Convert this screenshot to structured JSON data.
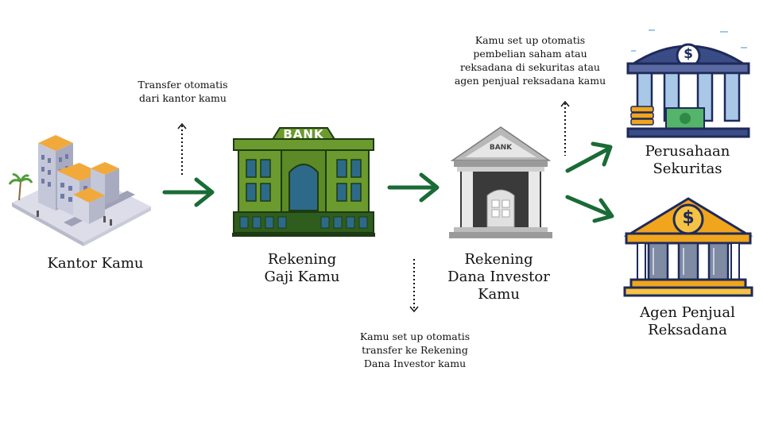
{
  "nodes": {
    "kantor": {
      "label": "Kantor Kamu"
    },
    "rekening_gaji": {
      "label": "Rekening\nGaji Kamu",
      "bank_sign": "BANK"
    },
    "rekening_dana": {
      "label": "Rekening\nDana Investor\nKamu",
      "bank_sign": "BANK"
    },
    "perusahaan": {
      "label": "Perusahaan\nSekuritas",
      "symbol": "$"
    },
    "agen": {
      "label": "Agen Penjual\nReksadana",
      "symbol": "$"
    }
  },
  "notes": {
    "transfer_kantor": "Transfer otomatis\ndari kantor kamu",
    "transfer_rekening": "Kamu set up otomatis\ntransfer ke Rekening\nDana Investor kamu",
    "pembelian": "Kamu set up otomatis\npembelian saham atau\nreksadana di sekuritas atau\nagen penjual reksadana kamu"
  },
  "colors": {
    "arrow": "#1a6b36",
    "bank_green": "#6b9a2e",
    "bank_dark_green": "#2e5d1e",
    "navy": "#1e2a5a",
    "gold": "#f0a51c",
    "gray": "#8a8a8a"
  },
  "icons": [
    "office-building-icon",
    "green-bank-icon",
    "gray-bank-icon",
    "navy-bank-icon",
    "gold-bank-icon",
    "arrow-right-icon",
    "dotted-arrow-icon"
  ]
}
